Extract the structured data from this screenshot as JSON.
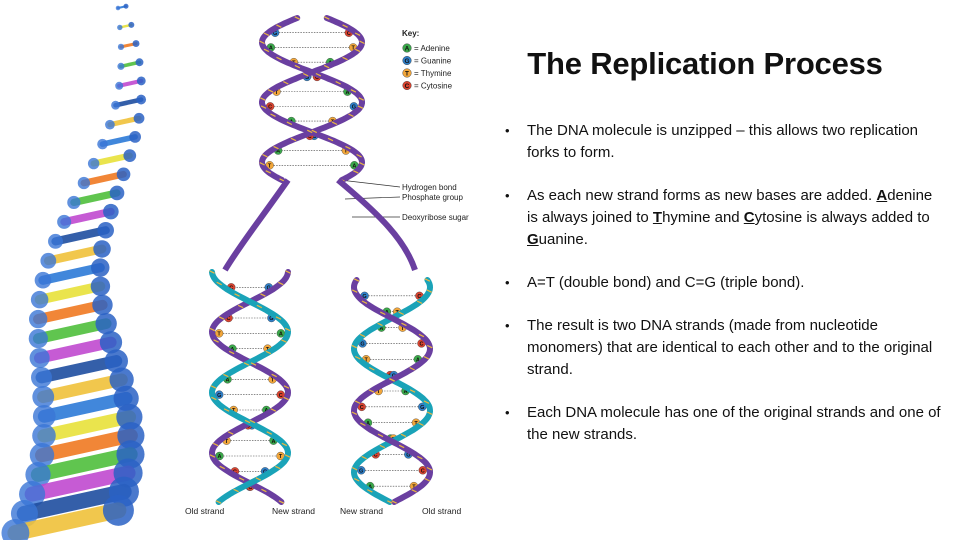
{
  "slide": {
    "title": "The Replication Process",
    "bullets": [
      {
        "text": "The DNA molecule is unzipped – this allows two replication forks to form."
      },
      {
        "parts": [
          {
            "t": "As each new strand forms as new bases are added. ",
            "u": false
          },
          {
            "t": "A",
            "u": true
          },
          {
            "t": "denine is always joined to ",
            "u": false
          },
          {
            "t": "T",
            "u": true
          },
          {
            "t": "hymine and ",
            "u": false
          },
          {
            "t": "C",
            "u": true
          },
          {
            "t": "ytosine is always added to ",
            "u": false
          },
          {
            "t": "G",
            "u": true
          },
          {
            "t": "uanine.",
            "u": false
          }
        ]
      },
      {
        "text": "A=T (double bond) and C=G (triple bond)."
      },
      {
        "text": "The result is two DNA strands (made from nucleotide monomers) that are identical to each other and to the original strand."
      },
      {
        "text": "Each DNA molecule has one of the original strands and one of the new strands."
      }
    ]
  },
  "diagram": {
    "key_title": "Key:",
    "key": [
      {
        "letter": "A",
        "label": "= Adenine",
        "color": "#3aa84a"
      },
      {
        "letter": "G",
        "label": "= Guanine",
        "color": "#2f7fc8"
      },
      {
        "letter": "T",
        "label": "= Thymine",
        "color": "#f2a63a"
      },
      {
        "letter": "C",
        "label": "= Cytosine",
        "color": "#d9432f"
      }
    ],
    "labels": {
      "hydrogen": "Hydrogen bond",
      "phosphate": "Phosphate group",
      "sugar": "Deoxyribose sugar",
      "old_left": "Old strand",
      "new_left": "New strand",
      "new_right": "New strand",
      "old_right": "Old strand"
    },
    "colors": {
      "old_strand": "#6a3fa0",
      "new_strand": "#1aa3b8",
      "rung": "#444444"
    }
  }
}
